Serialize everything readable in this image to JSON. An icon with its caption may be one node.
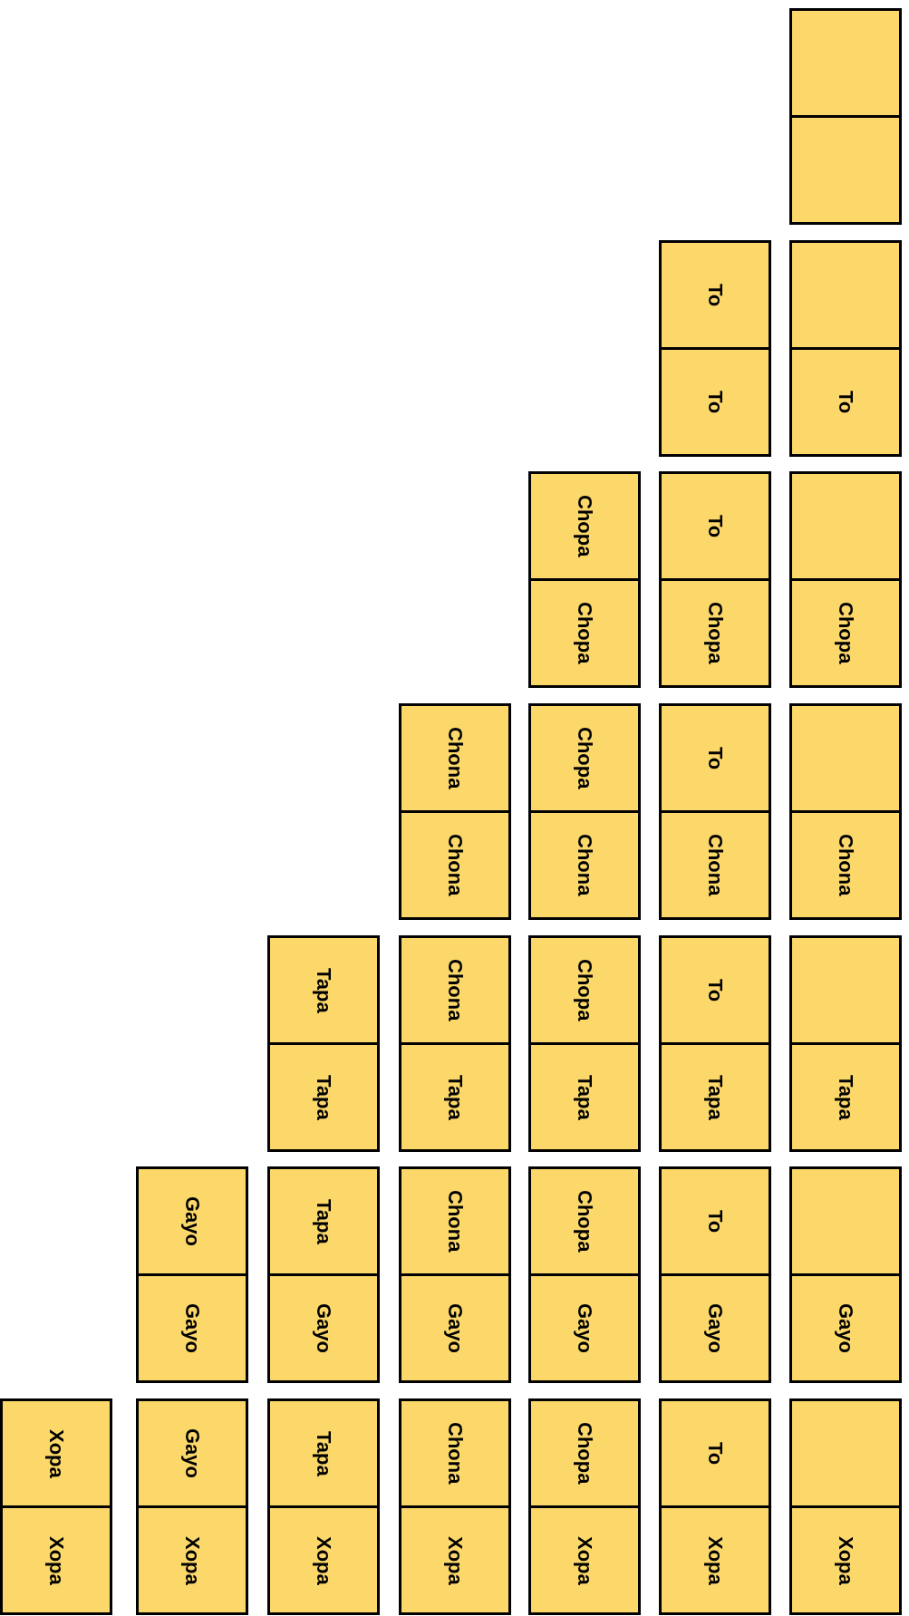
{
  "diagram": {
    "nodes": [
      {
        "text": [
          "Xopa"
        ]
      },
      {
        "text": [
          "Xopa"
        ]
      },
      {
        "text": [
          "Gayo"
        ]
      },
      {
        "text": [
          "Gayo"
        ]
      },
      {
        "text": [
          "Gayo"
        ]
      },
      {
        "text": [
          "Xopa"
        ]
      },
      {
        "text": [
          "Tapa"
        ]
      },
      {
        "text": [
          "Tapa"
        ]
      },
      {
        "text": [
          "Tapa"
        ]
      },
      {
        "text": [
          "Gayo"
        ]
      },
      {
        "text": [
          "Tapa"
        ]
      },
      {
        "text": [
          "Xopa"
        ]
      },
      {
        "text": [
          "Chona"
        ]
      },
      {
        "text": [
          "Chona"
        ]
      },
      {
        "text": [
          "Chona"
        ]
      },
      {
        "text": [
          "Tapa"
        ]
      },
      {
        "text": [
          "Chona"
        ]
      },
      {
        "text": [
          "Gayo"
        ]
      },
      {
        "text": [
          "Chona"
        ]
      },
      {
        "text": [
          "Xopa"
        ]
      },
      {
        "text": [
          "Chopa"
        ]
      },
      {
        "text": [
          "Chopa"
        ]
      },
      {
        "text": [
          "Chopa"
        ]
      },
      {
        "text": [
          "Chona"
        ]
      },
      {
        "text": [
          "Chopa"
        ]
      },
      {
        "text": [
          "Tapa"
        ]
      },
      {
        "text": [
          "Chopa"
        ]
      },
      {
        "text": [
          "Gayo"
        ]
      },
      {
        "text": [
          "Chopa"
        ]
      },
      {
        "text": [
          "Xopa"
        ]
      },
      {
        "text": [
          "To"
        ]
      },
      {
        "text": [
          "To"
        ]
      },
      {
        "text": [
          "To"
        ]
      },
      {
        "text": [
          "Chopa"
        ]
      },
      {
        "text": [
          "To"
        ]
      },
      {
        "text": [
          "Chona"
        ]
      },
      {
        "text": [
          "To"
        ]
      },
      {
        "text": [
          "Tapa"
        ]
      },
      {
        "text": [
          "To"
        ]
      },
      {
        "text": [
          "Gayo"
        ]
      },
      {
        "text": [
          "To"
        ]
      },
      {
        "text": [
          "Xopa"
        ]
      },
      {
        "text": [],
        "shape": "box"
      },
      {
        "text": [],
        "shape": "box"
      },
      {
        "text": [],
        "shape": "box"
      },
      {
        "text": [
          "To"
        ]
      },
      {
        "text": [],
        "shape": "box"
      },
      {
        "text": [
          "Chopa"
        ]
      },
      {
        "text": [],
        "shape": "box"
      },
      {
        "text": [
          "Chona"
        ]
      },
      {
        "text": [],
        "shape": "box"
      },
      {
        "text": [
          "Tapa"
        ]
      },
      {
        "text": [],
        "shape": "box"
      },
      {
        "text": [
          "Gayo"
        ]
      },
      {
        "text": [],
        "shape": "box"
      },
      {
        "text": [
          "Xopa"
        ]
      }
    ]
  }
}
